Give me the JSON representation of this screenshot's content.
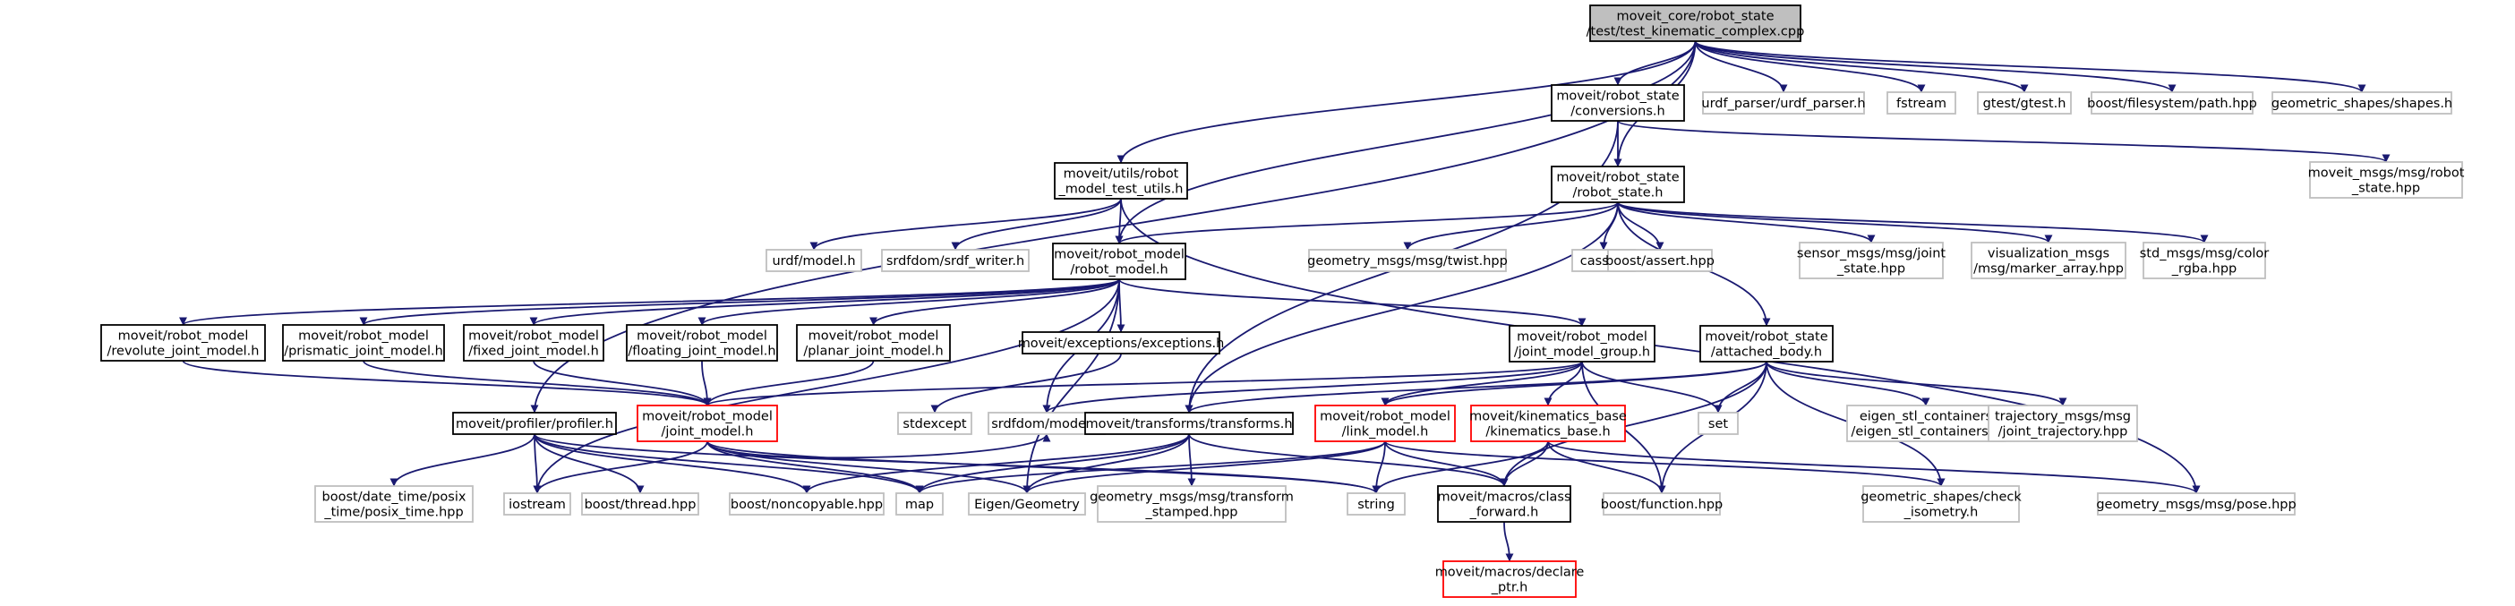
{
  "colors": {
    "root_fill": "#bfbfbf",
    "normal_border": "#000000",
    "grey_border": "#bfbfbf",
    "red_border": "#ff0000",
    "edge": "#191970"
  },
  "nodes": {
    "root": {
      "lines": [
        "moveit_core/robot_state",
        "/test/test_kinematic_complex.cpp"
      ],
      "style": "root"
    },
    "utils": {
      "lines": [
        "moveit/utils/robot",
        "_model_test_utils.h"
      ],
      "style": "normal"
    },
    "conversions": {
      "lines": [
        "moveit/robot_state",
        "/conversions.h"
      ],
      "style": "normal"
    },
    "urdfparser": {
      "lines": [
        "urdf_parser/urdf_parser.h"
      ],
      "style": "grey"
    },
    "fstream": {
      "lines": [
        "fstream"
      ],
      "style": "grey"
    },
    "gtest": {
      "lines": [
        "gtest/gtest.h"
      ],
      "style": "grey"
    },
    "boostfs": {
      "lines": [
        "boost/filesystem/path.hpp"
      ],
      "style": "grey"
    },
    "geoshapes": {
      "lines": [
        "geometric_shapes/shapes.h"
      ],
      "style": "grey"
    },
    "robotstate": {
      "lines": [
        "moveit/robot_state",
        "/robot_state.h"
      ],
      "style": "normal"
    },
    "msgrobotstate": {
      "lines": [
        "moveit_msgs/msg/robot",
        "_state.hpp"
      ],
      "style": "grey"
    },
    "urdfmodel": {
      "lines": [
        "urdf/model.h"
      ],
      "style": "grey"
    },
    "srdfwriter": {
      "lines": [
        "srdfdom/srdf_writer.h"
      ],
      "style": "grey"
    },
    "robotmodel": {
      "lines": [
        "moveit/robot_model",
        "/robot_model.h"
      ],
      "style": "normal"
    },
    "twist": {
      "lines": [
        "geometry_msgs/msg/twist.hpp"
      ],
      "style": "grey"
    },
    "cassert": {
      "lines": [
        "cassert"
      ],
      "style": "grey"
    },
    "boostassert": {
      "lines": [
        "boost/assert.hpp"
      ],
      "style": "grey"
    },
    "jointstate": {
      "lines": [
        "sensor_msgs/msg/joint",
        "_state.hpp"
      ],
      "style": "grey"
    },
    "markerarray": {
      "lines": [
        "visualization_msgs",
        "/msg/marker_array.hpp"
      ],
      "style": "grey"
    },
    "colorrgba": {
      "lines": [
        "std_msgs/msg/color",
        "_rgba.hpp"
      ],
      "style": "grey"
    },
    "revolute": {
      "lines": [
        "moveit/robot_model",
        "/revolute_joint_model.h"
      ],
      "style": "normal"
    },
    "prismatic": {
      "lines": [
        "moveit/robot_model",
        "/prismatic_joint_model.h"
      ],
      "style": "normal"
    },
    "fixed": {
      "lines": [
        "moveit/robot_model",
        "/fixed_joint_model.h"
      ],
      "style": "normal"
    },
    "floating": {
      "lines": [
        "moveit/robot_model",
        "/floating_joint_model.h"
      ],
      "style": "normal"
    },
    "planar": {
      "lines": [
        "moveit/robot_model",
        "/planar_joint_model.h"
      ],
      "style": "normal"
    },
    "exceptions": {
      "lines": [
        "moveit/exceptions/exceptions.h"
      ],
      "style": "normal"
    },
    "jmg": {
      "lines": [
        "moveit/robot_model",
        "/joint_model_group.h"
      ],
      "style": "normal"
    },
    "attached": {
      "lines": [
        "moveit/robot_state",
        "/attached_body.h"
      ],
      "style": "normal"
    },
    "profiler": {
      "lines": [
        "moveit/profiler/profiler.h"
      ],
      "style": "normal"
    },
    "jointmodel": {
      "lines": [
        "moveit/robot_model",
        "/joint_model.h"
      ],
      "style": "red"
    },
    "stdexcept": {
      "lines": [
        "stdexcept"
      ],
      "style": "grey"
    },
    "srdfmodel": {
      "lines": [
        "srdfdom/model.h"
      ],
      "style": "grey"
    },
    "transforms": {
      "lines": [
        "moveit/transforms/transforms.h"
      ],
      "style": "normal"
    },
    "linkmodel": {
      "lines": [
        "moveit/robot_model",
        "/link_model.h"
      ],
      "style": "red"
    },
    "kinbase": {
      "lines": [
        "moveit/kinematics_base",
        "/kinematics_base.h"
      ],
      "style": "red"
    },
    "set": {
      "lines": [
        "set"
      ],
      "style": "grey"
    },
    "eigenstl": {
      "lines": [
        "eigen_stl_containers",
        "/eigen_stl_containers.h"
      ],
      "style": "grey"
    },
    "trajectory": {
      "lines": [
        "trajectory_msgs/msg",
        "/joint_trajectory.hpp"
      ],
      "style": "grey"
    },
    "posixtime": {
      "lines": [
        "boost/date_time/posix",
        "_time/posix_time.hpp"
      ],
      "style": "grey"
    },
    "iostream": {
      "lines": [
        "iostream"
      ],
      "style": "grey"
    },
    "boostthread": {
      "lines": [
        "boost/thread.hpp"
      ],
      "style": "grey"
    },
    "noncopyable": {
      "lines": [
        "boost/noncopyable.hpp"
      ],
      "style": "grey"
    },
    "map": {
      "lines": [
        "map"
      ],
      "style": "grey"
    },
    "eigengeom": {
      "lines": [
        "Eigen/Geometry"
      ],
      "style": "grey"
    },
    "transformstamped": {
      "lines": [
        "geometry_msgs/msg/transform",
        "_stamped.hpp"
      ],
      "style": "grey"
    },
    "string": {
      "lines": [
        "string"
      ],
      "style": "grey"
    },
    "classforward": {
      "lines": [
        "moveit/macros/class",
        "_forward.h"
      ],
      "style": "normal"
    },
    "boostfunction": {
      "lines": [
        "boost/function.hpp"
      ],
      "style": "grey"
    },
    "checkisometry": {
      "lines": [
        "geometric_shapes/check",
        "_isometry.h"
      ],
      "style": "grey"
    },
    "pose": {
      "lines": [
        "geometry_msgs/msg/pose.hpp"
      ],
      "style": "grey"
    },
    "declareptr": {
      "lines": [
        "moveit/macros/declare",
        "_ptr.h"
      ],
      "style": "red"
    }
  },
  "edges": [
    [
      "root",
      "utils"
    ],
    [
      "root",
      "conversions"
    ],
    [
      "root",
      "urdfparser"
    ],
    [
      "root",
      "fstream"
    ],
    [
      "root",
      "gtest"
    ],
    [
      "root",
      "boostfs"
    ],
    [
      "root",
      "geoshapes"
    ],
    [
      "root",
      "robotstate"
    ],
    [
      "root",
      "robotmodel"
    ],
    [
      "root",
      "profiler"
    ],
    [
      "conversions",
      "robotstate"
    ],
    [
      "conversions",
      "msgrobotstate"
    ],
    [
      "conversions",
      "transforms"
    ],
    [
      "utils",
      "urdfmodel"
    ],
    [
      "utils",
      "srdfwriter"
    ],
    [
      "utils",
      "robotmodel"
    ],
    [
      "utils",
      "pose"
    ],
    [
      "robotstate",
      "robotmodel"
    ],
    [
      "robotstate",
      "twist"
    ],
    [
      "robotstate",
      "cassert"
    ],
    [
      "robotstate",
      "boostassert"
    ],
    [
      "robotstate",
      "jointstate"
    ],
    [
      "robotstate",
      "markerarray"
    ],
    [
      "robotstate",
      "colorrgba"
    ],
    [
      "robotstate",
      "attached"
    ],
    [
      "robotstate",
      "transforms"
    ],
    [
      "robotmodel",
      "revolute"
    ],
    [
      "robotmodel",
      "prismatic"
    ],
    [
      "robotmodel",
      "fixed"
    ],
    [
      "robotmodel",
      "floating"
    ],
    [
      "robotmodel",
      "planar"
    ],
    [
      "robotmodel",
      "exceptions"
    ],
    [
      "robotmodel",
      "jmg"
    ],
    [
      "robotmodel",
      "srdfmodel"
    ],
    [
      "robotmodel",
      "eigengeom"
    ],
    [
      "robotmodel",
      "iostream"
    ],
    [
      "revolute",
      "jointmodel"
    ],
    [
      "prismatic",
      "jointmodel"
    ],
    [
      "fixed",
      "jointmodel"
    ],
    [
      "floating",
      "jointmodel"
    ],
    [
      "planar",
      "jointmodel"
    ],
    [
      "exceptions",
      "stdexcept"
    ],
    [
      "jmg",
      "jointmodel"
    ],
    [
      "jmg",
      "linkmodel"
    ],
    [
      "jmg",
      "kinbase"
    ],
    [
      "jmg",
      "set"
    ],
    [
      "jmg",
      "boostfunction"
    ],
    [
      "jmg",
      "srdfmodel"
    ],
    [
      "attached",
      "linkmodel"
    ],
    [
      "attached",
      "transforms"
    ],
    [
      "attached",
      "set"
    ],
    [
      "attached",
      "eigenstl"
    ],
    [
      "attached",
      "trajectory"
    ],
    [
      "attached",
      "boostfunction"
    ],
    [
      "attached",
      "checkisometry"
    ],
    [
      "attached",
      "classforward"
    ],
    [
      "jointmodel",
      "srdfmodel"
    ],
    [
      "jointmodel",
      "iostream"
    ],
    [
      "jointmodel",
      "map"
    ],
    [
      "jointmodel",
      "eigengeom"
    ],
    [
      "jointmodel",
      "string"
    ],
    [
      "profiler",
      "posixtime"
    ],
    [
      "profiler",
      "iostream"
    ],
    [
      "profiler",
      "boostthread"
    ],
    [
      "profiler",
      "noncopyable"
    ],
    [
      "profiler",
      "map"
    ],
    [
      "profiler",
      "string"
    ],
    [
      "transforms",
      "map"
    ],
    [
      "transforms",
      "eigengeom"
    ],
    [
      "transforms",
      "transformstamped"
    ],
    [
      "transforms",
      "classforward"
    ],
    [
      "transforms",
      "noncopyable"
    ],
    [
      "linkmodel",
      "map"
    ],
    [
      "linkmodel",
      "eigengeom"
    ],
    [
      "linkmodel",
      "string"
    ],
    [
      "linkmodel",
      "classforward"
    ],
    [
      "linkmodel",
      "checkisometry"
    ],
    [
      "kinbase",
      "string"
    ],
    [
      "kinbase",
      "classforward"
    ],
    [
      "kinbase",
      "boostfunction"
    ],
    [
      "kinbase",
      "pose"
    ],
    [
      "classforward",
      "declareptr"
    ]
  ]
}
